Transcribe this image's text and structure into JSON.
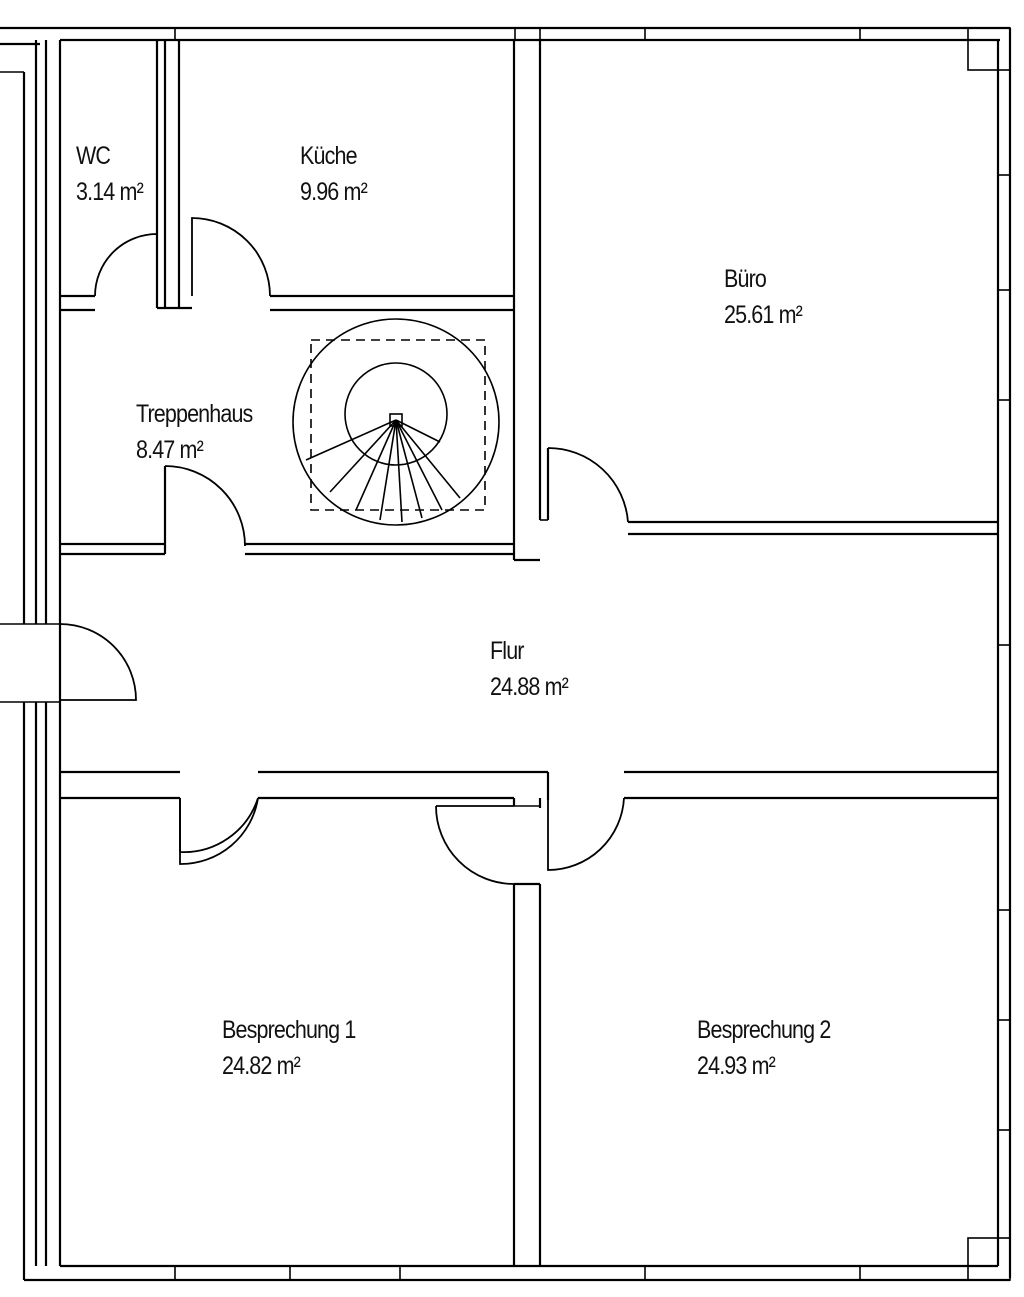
{
  "rooms": [
    {
      "id": "wc",
      "name": "WC",
      "area": "3.14 m²"
    },
    {
      "id": "kueche",
      "name": "Küche",
      "area": "9.96 m²"
    },
    {
      "id": "buero",
      "name": "Büro",
      "area": "25.61 m²"
    },
    {
      "id": "treppenhaus",
      "name": "Treppenhaus",
      "area": "8.47 m²"
    },
    {
      "id": "flur",
      "name": "Flur",
      "area": "24.88 m²"
    },
    {
      "id": "besprechung1",
      "name": "Besprechung 1",
      "area": "24.82 m²"
    },
    {
      "id": "besprechung2",
      "name": "Besprechung 2",
      "area": "24.93 m²"
    }
  ]
}
